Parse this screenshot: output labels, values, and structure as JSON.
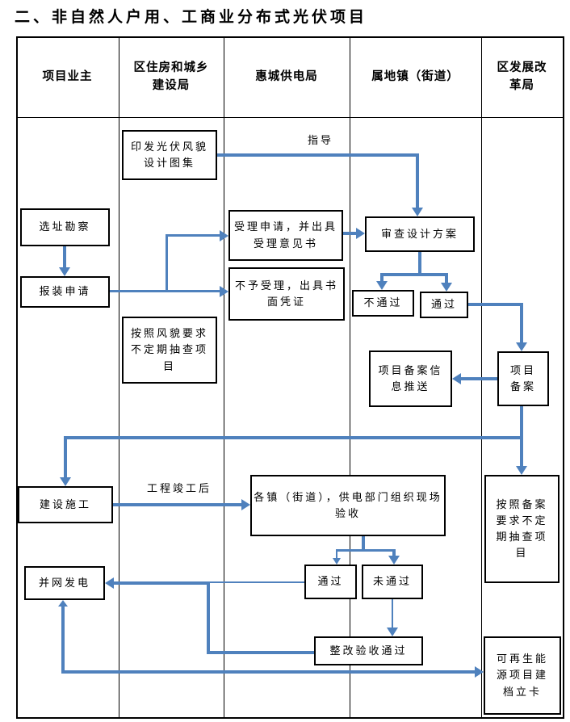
{
  "title": "二、非自然人户用、工商业分布式光伏项目",
  "columns": [
    {
      "label": "项目业主"
    },
    {
      "label": "区住房和城乡\n建设局"
    },
    {
      "label": "惠城供电局"
    },
    {
      "label": "属地镇（街道）"
    },
    {
      "label": "区发展改\n革局"
    }
  ],
  "nodes": [
    {
      "label": "选址勘察"
    },
    {
      "label": "报装申请"
    },
    {
      "label": "建设施工"
    },
    {
      "label": "并网发电"
    },
    {
      "label": "印发光伏风貌\n设计图集"
    },
    {
      "label": "按照风貌要求\n不定期抽查项\n目"
    },
    {
      "label": "受理申请，并出具\n受理意见书"
    },
    {
      "label": "不予受理，出具书\n面凭证"
    },
    {
      "label": "审查设计方案"
    },
    {
      "label": "不通过"
    },
    {
      "label": "通过"
    },
    {
      "label": "项目备案信\n息推送"
    },
    {
      "label": "项目\n备案"
    },
    {
      "label": "各镇（街道），供电部门组织现场\n验收"
    },
    {
      "label": "按照备案\n要求不定\n期抽查项\n目"
    },
    {
      "label": "通过"
    },
    {
      "label": "未通过"
    },
    {
      "label": "整改验收通过"
    },
    {
      "label": "可再生能\n源项目建\n档立卡"
    }
  ],
  "edge_labels": {
    "guidance": "指导",
    "after_completion": "工程竣工后"
  },
  "colors": {
    "arrow_blue": "#4F81BD",
    "line_black": "#000000",
    "background": "#FFFFFF"
  }
}
